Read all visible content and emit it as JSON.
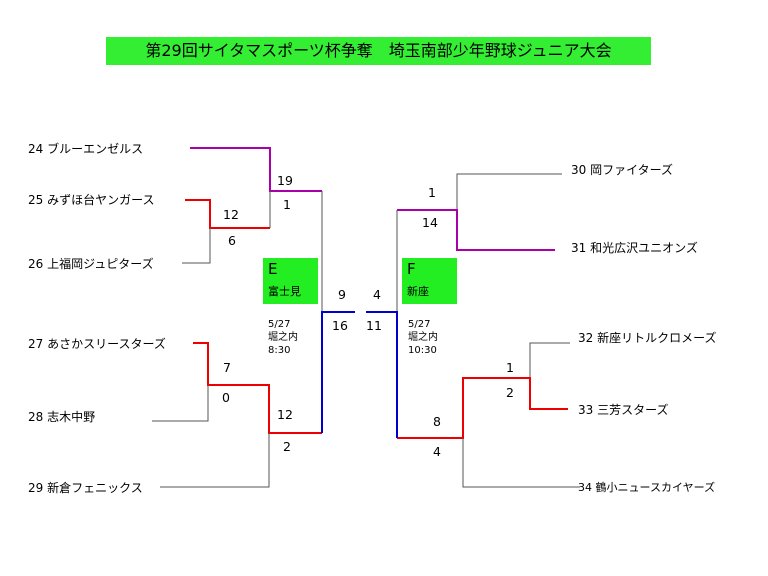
{
  "title": "第29回サイタマスポーツ杯争奪　埼玉南部少年野球ジュニア大会",
  "colors": {
    "winner_red": "#ee0000",
    "winner_purple": "#aa00aa",
    "final_blue": "#0000cc",
    "box_green": "#22ee22",
    "line": "#555555"
  },
  "left_block": {
    "teams": [
      "24 ブルーエンゼルス",
      "25 みずほ台ヤンガース",
      "26 上福岡ジュピターズ",
      "27 あさかスリースターズ",
      "28 志木中野",
      "29 新倉フェニックス"
    ],
    "scores": {
      "r1_top": "12",
      "r1_bottom": "6",
      "r2_top": "19",
      "r2_bottom": "1",
      "r3_top": "7",
      "r3_bottom": "0",
      "r4_top": "12",
      "r4_bottom": "2",
      "final_top": "9",
      "final_bottom": "16"
    },
    "group": {
      "letter": "E",
      "site": "富士見"
    },
    "info": {
      "date": "5/27",
      "venue": "堀之内",
      "time": "8:30"
    }
  },
  "right_block": {
    "teams": [
      "30 岡ファイターズ",
      "31 和光広沢ユニオンズ",
      "32 新座リトルクロメーズ",
      "33 三芳スターズ",
      "34 鶴小ニュースカイヤーズ"
    ],
    "scores": {
      "r1_top": "1",
      "r1_bottom": "14",
      "r2_top": "1",
      "r2_bottom": "2",
      "r3_top": "8",
      "r3_bottom": "4",
      "final_top": "4",
      "final_bottom": "11"
    },
    "group": {
      "letter": "F",
      "site": "新座"
    },
    "info": {
      "date": "5/27",
      "venue": "堀之内",
      "time": "10:30"
    }
  }
}
